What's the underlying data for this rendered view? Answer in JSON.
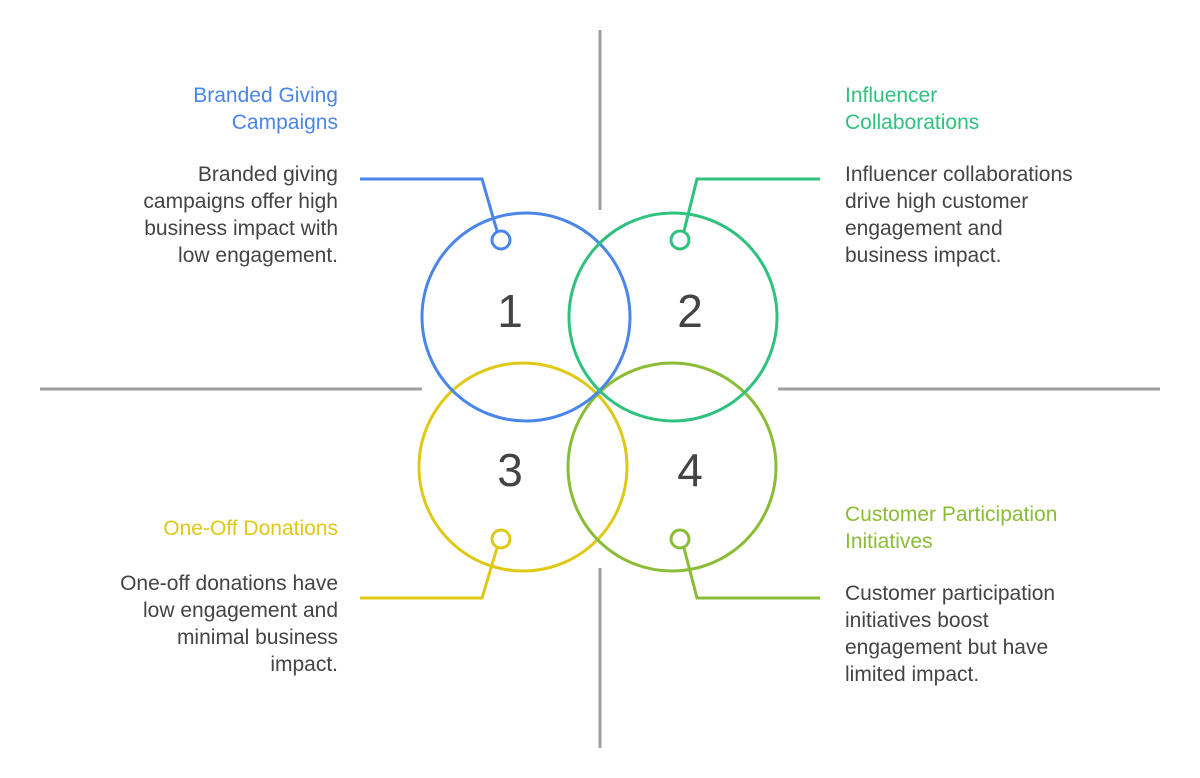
{
  "colors": {
    "axis": "#9e9e9e",
    "text": "#444444",
    "blue": "#4a86e8",
    "green": "#2ec27e",
    "yellow": "#e0c915",
    "lime": "#8abd35"
  },
  "quadrants": [
    {
      "number": "1",
      "title": "Branded Giving Campaigns",
      "title_lines": [
        "Branded Giving",
        "Campaigns"
      ],
      "description_lines": [
        "Branded giving",
        "campaigns offer high",
        "business impact with",
        "low engagement."
      ],
      "color": "#4a86e8"
    },
    {
      "number": "2",
      "title": "Influencer Collaborations",
      "title_lines": [
        "Influencer",
        "Collaborations"
      ],
      "description_lines": [
        "Influencer collaborations",
        "drive high customer",
        "engagement and",
        "business impact."
      ],
      "color": "#2ec27e"
    },
    {
      "number": "3",
      "title": "One-Off Donations",
      "title_lines": [
        "One-Off Donations"
      ],
      "description_lines": [
        "One-off donations have",
        "low engagement and",
        "minimal business",
        "impact."
      ],
      "color": "#e0c915"
    },
    {
      "number": "4",
      "title": "Customer Participation Initiatives",
      "title_lines": [
        "Customer Participation",
        "Initiatives"
      ],
      "description_lines": [
        "Customer participation",
        "initiatives boost",
        "engagement but have",
        "limited impact."
      ],
      "color": "#8abd35"
    }
  ]
}
